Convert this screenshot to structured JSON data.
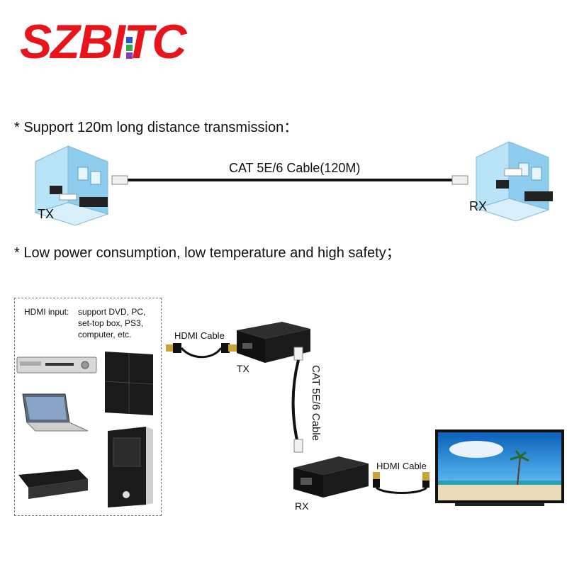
{
  "logo": {
    "text": "SZBITC"
  },
  "features": {
    "distance": "*  Support 120m long distance transmission：",
    "power": "*  Low power consumption, low temperature and high safety；"
  },
  "top_diagram": {
    "cable_label": "CAT 5E/6 Cable(120M)",
    "tx_label": "TX",
    "rx_label": "RX"
  },
  "bottom_diagram": {
    "hdmi_input_label": "HDMI input:",
    "hdmi_input_desc": [
      "support DVD, PC,",
      "set-top box, PS3,",
      "computer, etc."
    ],
    "hdmi_cable_left": "HDMI Cable",
    "hdmi_cable_right": "HDMI Cable",
    "tx_label": "TX",
    "rx_label": "RX",
    "cat_cable_label": "CAT 5E/6 Cable"
  },
  "colors": {
    "brand_red": "#e8141c",
    "cable": "#111111",
    "room_blue": "#9fd6f2"
  }
}
